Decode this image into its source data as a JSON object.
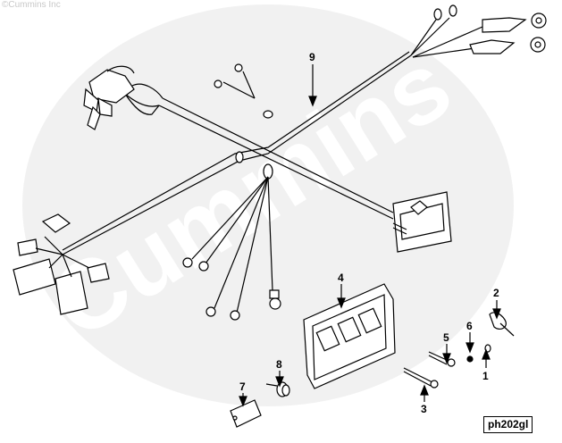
{
  "copyright": "©Cummins Inc",
  "watermark": "Cummins",
  "diagram_code": "ph202gl",
  "callouts": [
    {
      "id": "1",
      "label": "1"
    },
    {
      "id": "2",
      "label": "2"
    },
    {
      "id": "3",
      "label": "3"
    },
    {
      "id": "4",
      "label": "4"
    },
    {
      "id": "5",
      "label": "5"
    },
    {
      "id": "6",
      "label": "6"
    },
    {
      "id": "7",
      "label": "7"
    },
    {
      "id": "8",
      "label": "8"
    },
    {
      "id": "9",
      "label": "9"
    }
  ],
  "colors": {
    "line": "#000000",
    "watermark": "#f0f0f0"
  }
}
